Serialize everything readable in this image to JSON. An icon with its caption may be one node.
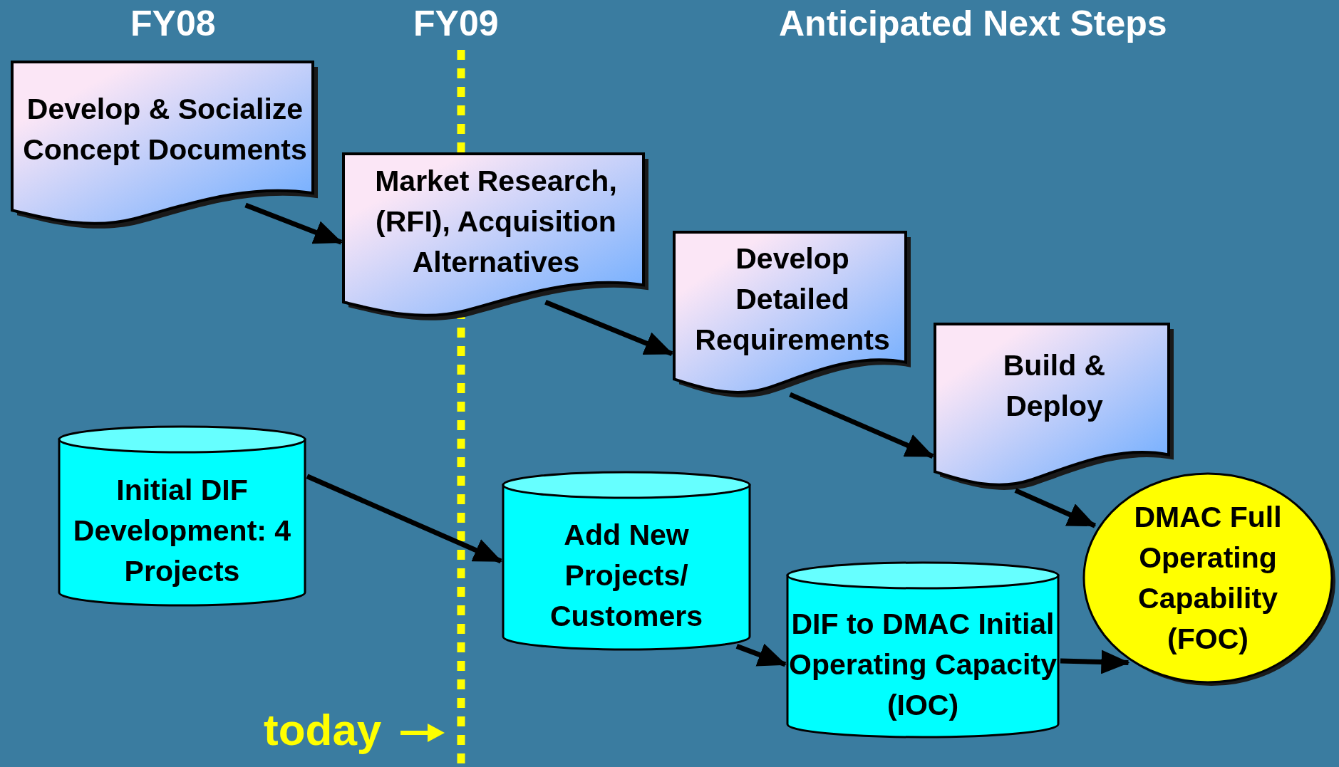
{
  "diagram": {
    "nodes": [
      {
        "text": [
          "Develop & Socialize Concept Documents"
        ]
      },
      {
        "text": [
          "Market Research, (RFI), Acquisition Alternatives"
        ]
      },
      {
        "text": [
          "Develop Detailed Requirements"
        ]
      },
      {
        "text": [
          "Build & Deploy"
        ]
      },
      {
        "text": [
          "Initial DIF Development: 4 Projects"
        ]
      },
      {
        "text": [
          "Add New Projects/ Customers"
        ]
      },
      {
        "text": [
          "DIF to DMAC Initial Operating Capacity (IOC)"
        ]
      },
      {
        "text": [
          "DMAC Full Operating Capability (FOC)"
        ]
      }
    ],
    "edges": [
      {
        "from": 0,
        "to": 1,
        "arrow": "to"
      },
      {
        "from": 1,
        "to": 2,
        "arrow": "to"
      },
      {
        "from": 2,
        "to": 3,
        "arrow": "to"
      },
      {
        "from": 3,
        "to": 7,
        "arrow": "to"
      },
      {
        "from": 4,
        "to": 5,
        "arrow": "to"
      },
      {
        "from": 5,
        "to": 6,
        "arrow": "to"
      },
      {
        "from": 6,
        "to": 7,
        "arrow": "to"
      }
    ],
    "labels": [
      "FY08",
      "FY09",
      "Anticipated Next Steps",
      "today"
    ]
  }
}
